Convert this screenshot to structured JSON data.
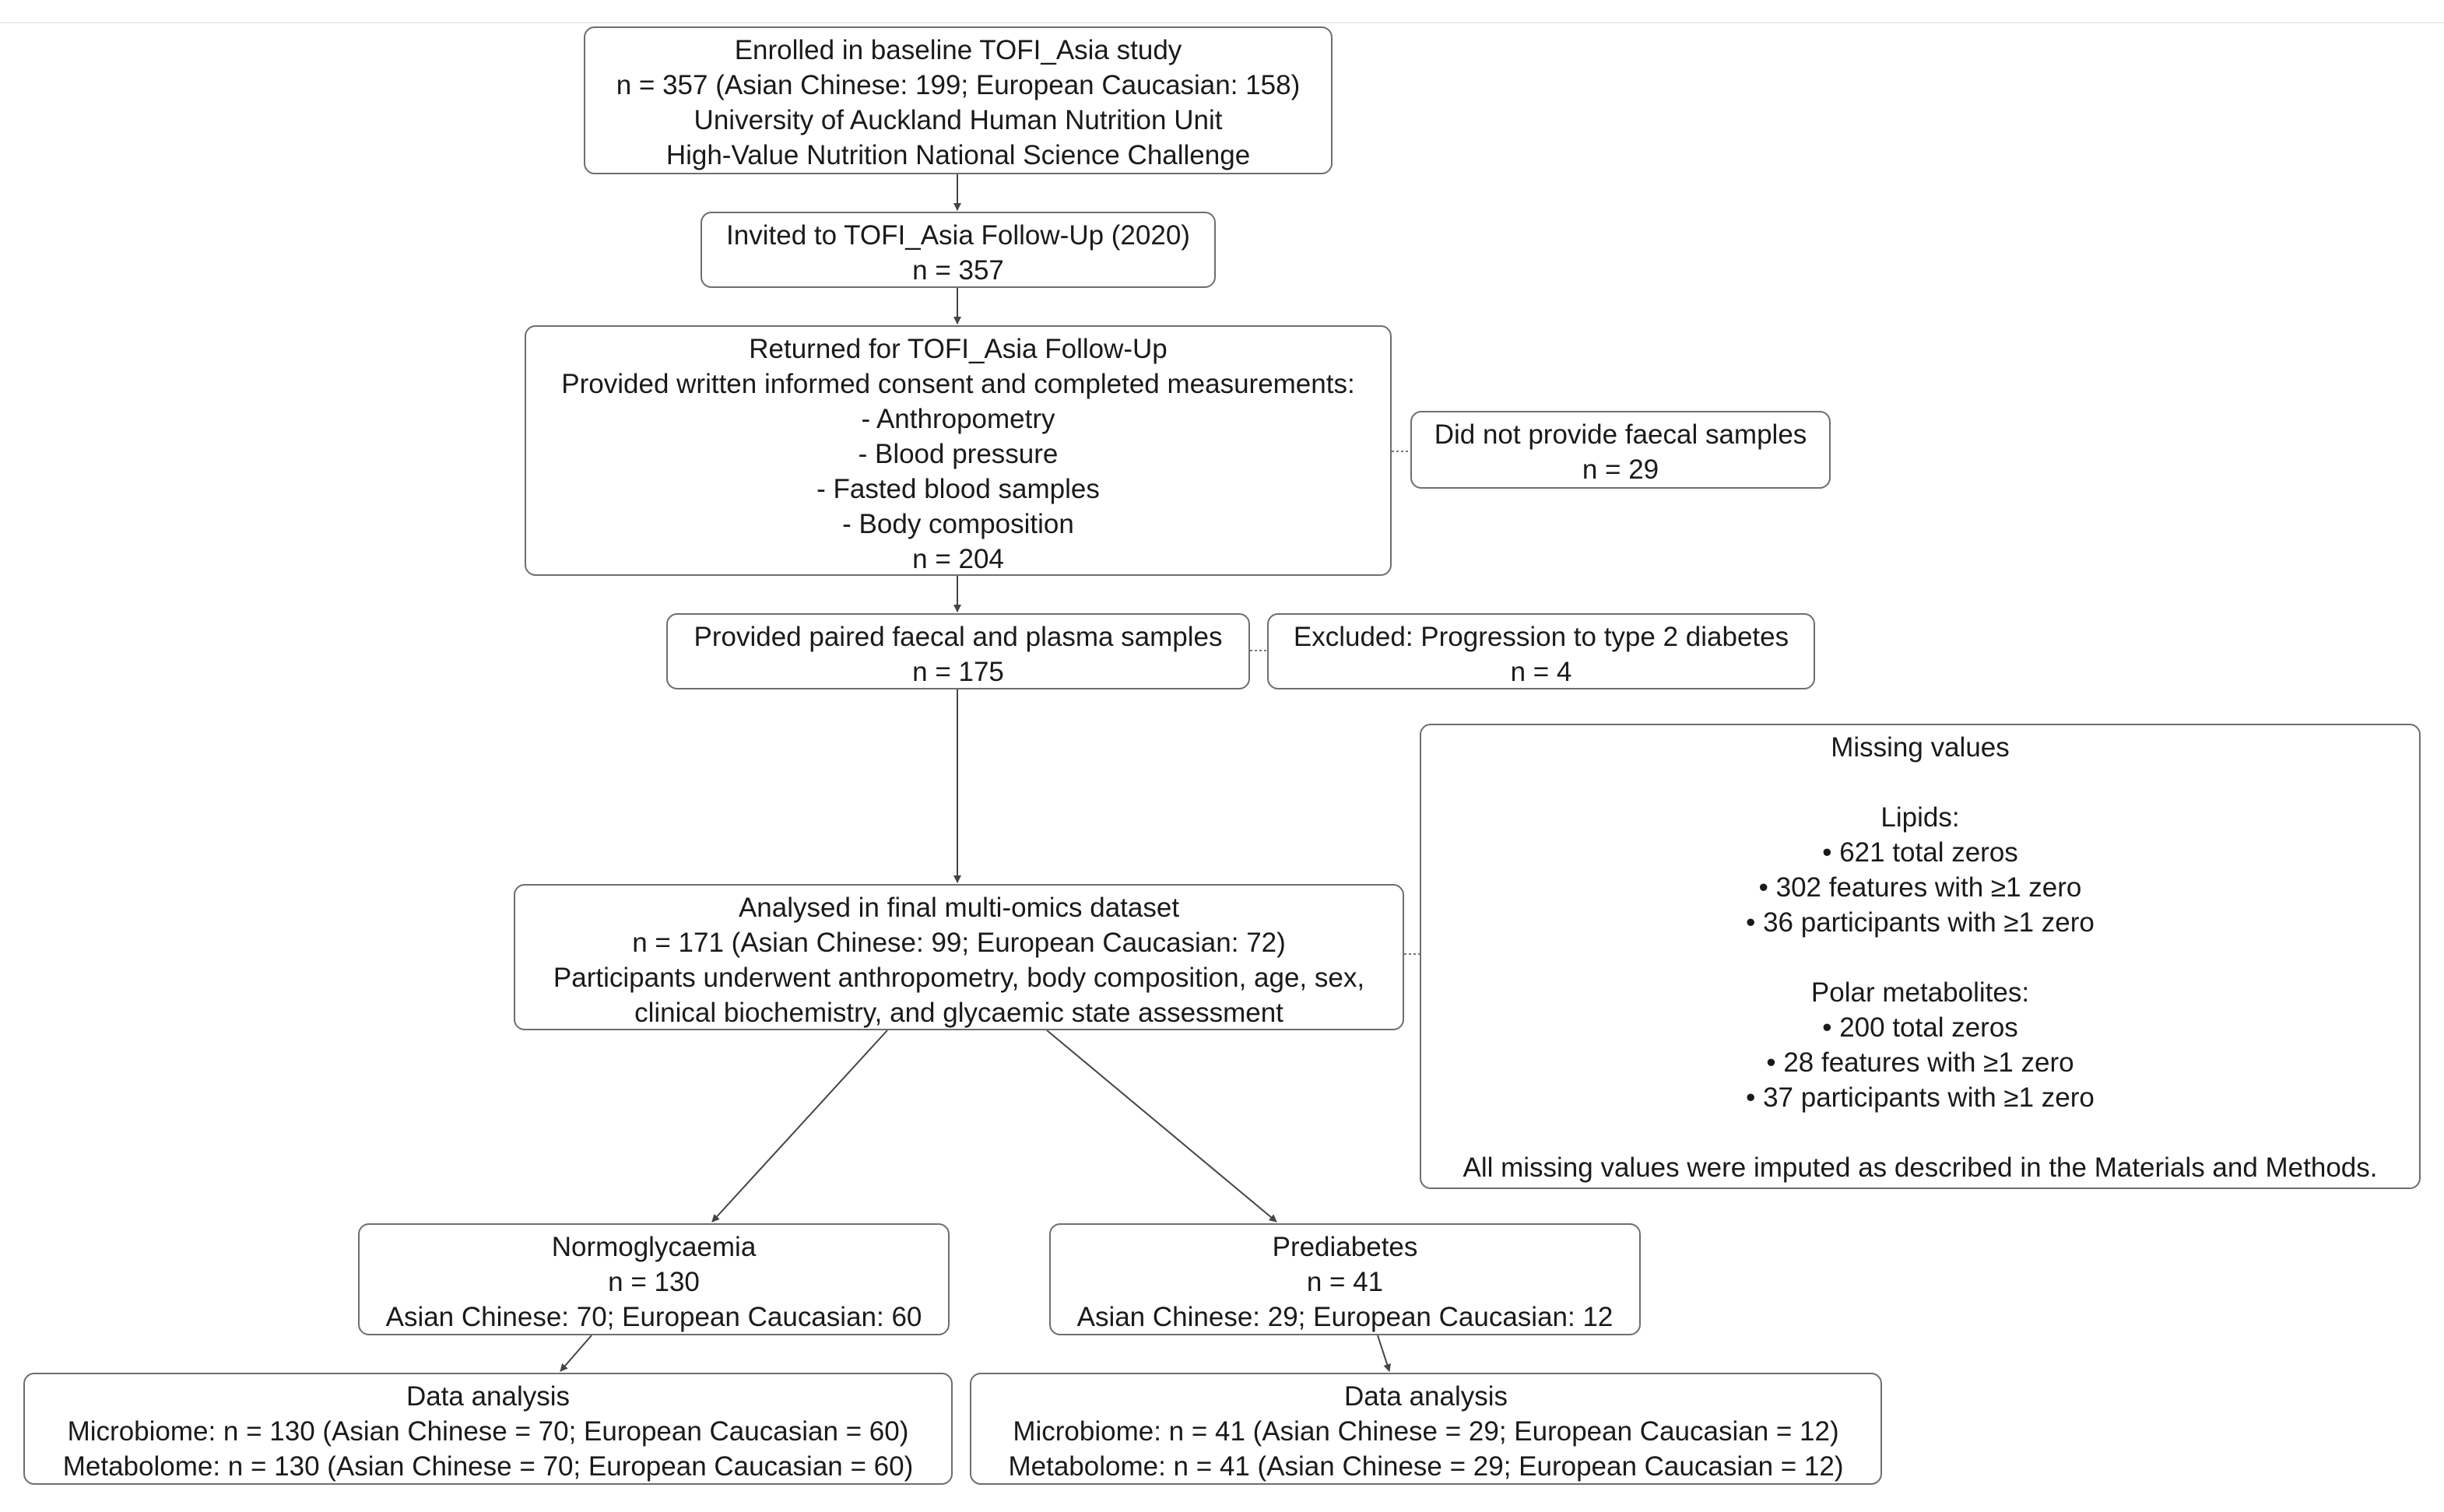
{
  "colors": {
    "border": "#6e6e6e",
    "line": "#444444",
    "text": "#1a1a1a",
    "background": "#ffffff"
  },
  "boxes": {
    "enrolled": {
      "lines": [
        "Enrolled in baseline TOFI_Asia study",
        "n = 357 (Asian Chinese: 199; European Caucasian: 158)",
        "University of Auckland Human Nutrition Unit",
        "High-Value Nutrition National Science Challenge"
      ]
    },
    "invited": {
      "lines": [
        "Invited to TOFI_Asia Follow-Up (2020)",
        "n = 357"
      ]
    },
    "returned": {
      "lines": [
        "Returned for TOFI_Asia Follow-Up",
        "Provided written informed consent and completed measurements:",
        "- Anthropometry",
        "- Blood pressure",
        "- Fasted blood samples",
        "- Body composition",
        "n = 204"
      ]
    },
    "no_faecal": {
      "lines": [
        "Did not provide faecal samples",
        "n = 29"
      ]
    },
    "paired": {
      "lines": [
        "Provided paired faecal and plasma samples",
        "n = 175"
      ]
    },
    "excluded": {
      "lines": [
        "Excluded: Progression to type 2 diabetes",
        "n = 4"
      ]
    },
    "missing": {
      "lines": [
        "Missing values",
        "",
        "Lipids:",
        "• 621 total zeros",
        "• 302 features with ≥1 zero",
        "• 36 participants with ≥1 zero",
        "",
        "Polar metabolites:",
        "• 200 total zeros",
        "• 28 features with ≥1 zero",
        "• 37 participants with ≥1 zero",
        "",
        "All missing values were imputed as described in the Materials and Methods."
      ]
    },
    "analysed": {
      "lines": [
        "Analysed in final multi-omics dataset",
        "n = 171 (Asian Chinese: 99; European Caucasian: 72)",
        "Participants underwent anthropometry, body composition, age, sex,",
        "clinical biochemistry, and glycaemic state assessment"
      ]
    },
    "normo": {
      "lines": [
        "Normoglycaemia",
        "n = 130",
        "Asian Chinese: 70; European Caucasian: 60"
      ]
    },
    "prediabetes": {
      "lines": [
        "Prediabetes",
        "n = 41",
        "Asian Chinese: 29; European Caucasian: 12"
      ]
    },
    "normo_analysis": {
      "lines": [
        "Data analysis",
        "Microbiome: n = 130 (Asian Chinese = 70; European Caucasian = 60)",
        "Metabolome: n = 130 (Asian Chinese = 70; European Caucasian = 60)"
      ]
    },
    "pre_analysis": {
      "lines": [
        "Data analysis",
        "Microbiome: n = 41 (Asian Chinese = 29; European Caucasian = 12)",
        "Metabolome: n = 41 (Asian Chinese = 29; European Caucasian = 12)"
      ]
    }
  }
}
